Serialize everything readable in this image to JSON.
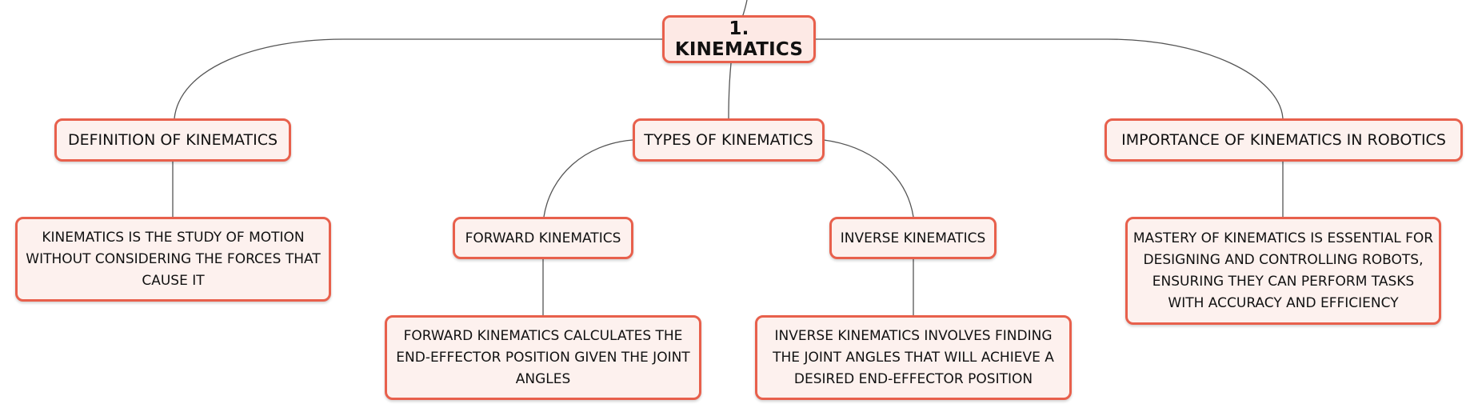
{
  "root": {
    "label": "1. KINEMATICS"
  },
  "branches": {
    "definition": {
      "label": "DEFINITION OF KINEMATICS",
      "detail": "KINEMATICS IS THE STUDY OF MOTION WITHOUT CONSIDERING THE FORCES THAT CAUSE IT"
    },
    "types": {
      "label": "TYPES OF KINEMATICS",
      "forward": {
        "label": "FORWARD KINEMATICS",
        "detail": "FORWARD KINEMATICS CALCULATES THE END-EFFECTOR POSITION GIVEN THE JOINT ANGLES"
      },
      "inverse": {
        "label": "INVERSE KINEMATICS",
        "detail": "INVERSE KINEMATICS INVOLVES FINDING THE JOINT ANGLES THAT WILL ACHIEVE A DESIRED END-EFFECTOR POSITION"
      }
    },
    "importance": {
      "label": "IMPORTANCE OF KINEMATICS IN ROBOTICS",
      "detail": "MASTERY OF KINEMATICS IS ESSENTIAL FOR DESIGNING AND CONTROLLING ROBOTS, ENSURING THEY CAN PERFORM TASKS WITH ACCURACY AND EFFICIENCY"
    }
  },
  "colors": {
    "node_border": "#e8604c",
    "node_fill": "#fdf1ee",
    "connector": "#555555"
  }
}
